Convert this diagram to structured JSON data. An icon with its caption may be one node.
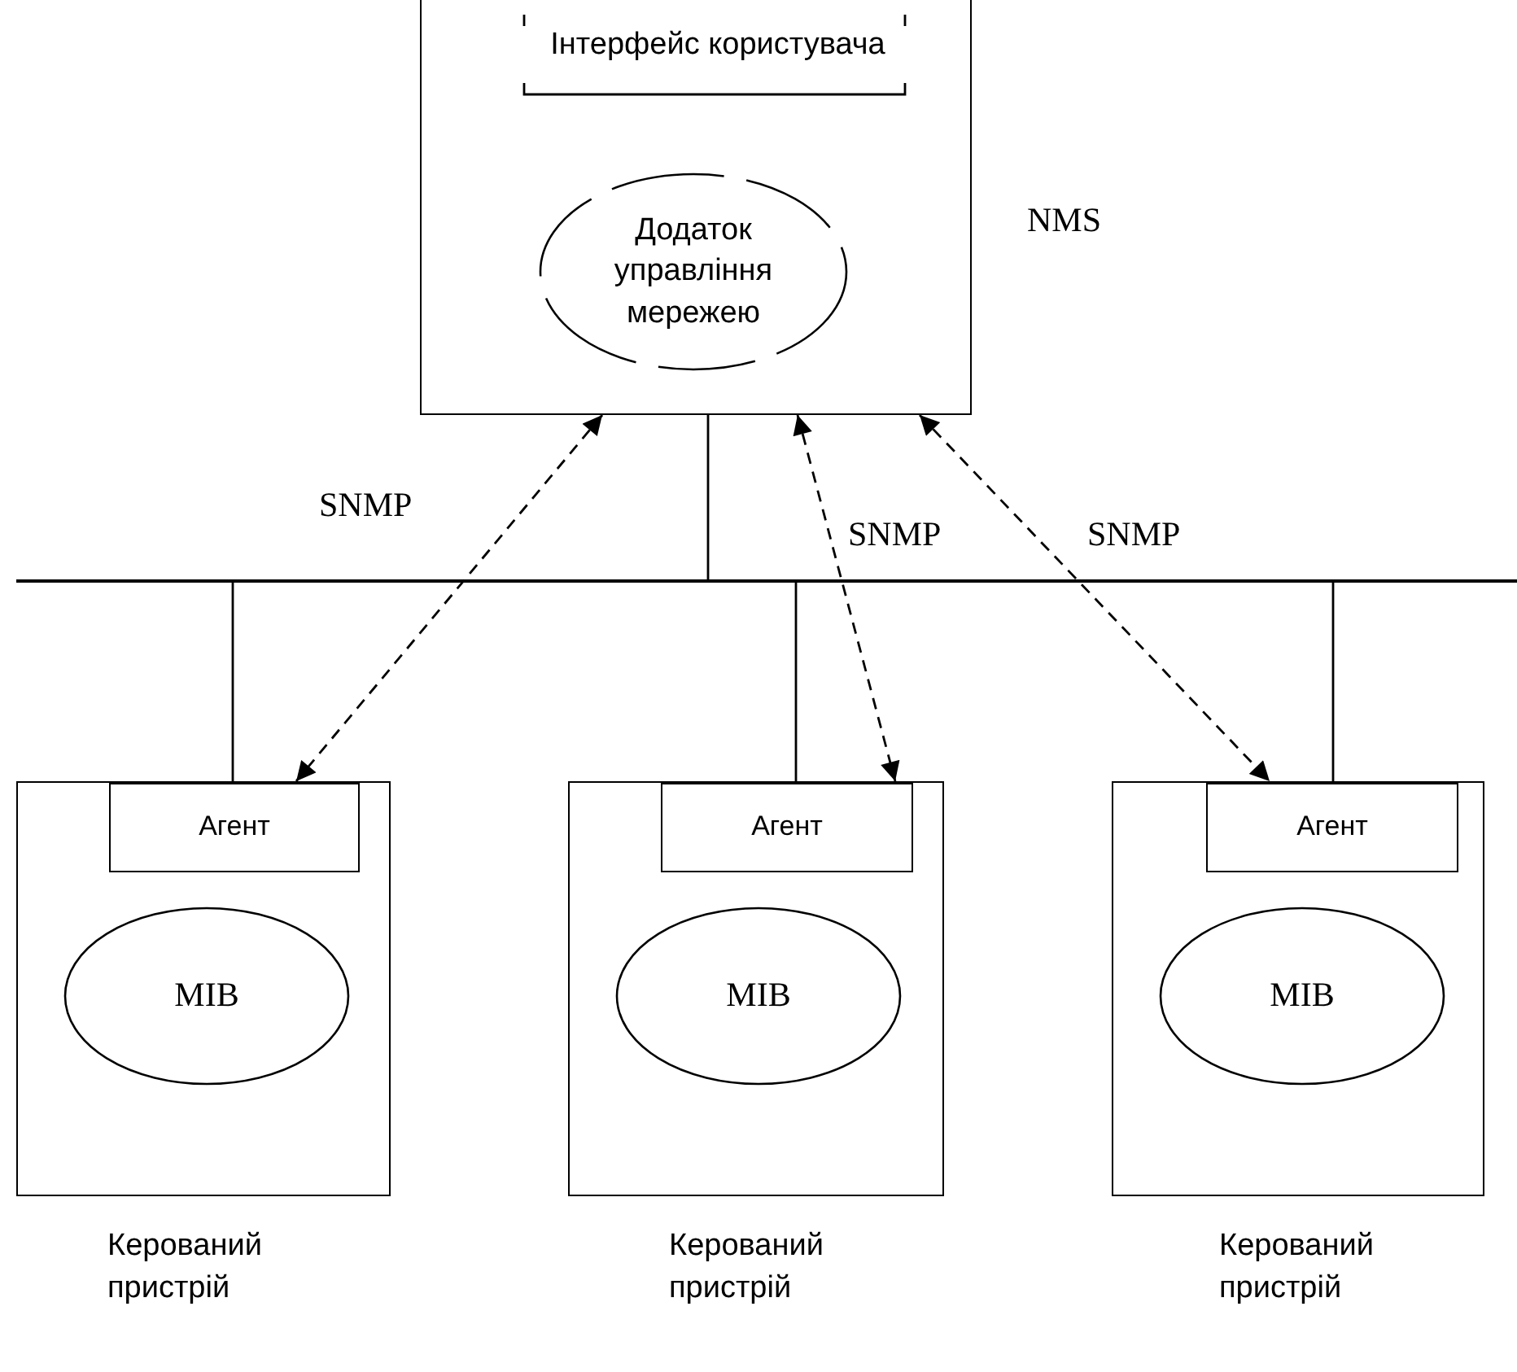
{
  "diagram": {
    "nodes": [
      {
        "text": [],
        "shape": "box",
        "beside": [
          "NMS"
        ]
      },
      {
        "text": [
          "Інтерфейс користувача"
        ],
        "in": 0
      },
      {
        "text": [
          "Додаток управління мережею"
        ],
        "in": 0
      },
      {
        "text": [],
        "shape": "bar"
      },
      {
        "text": [],
        "shape": "box",
        "beside": [
          "Керований пристрій"
        ]
      },
      {
        "text": [
          "Агент"
        ],
        "in": 4
      },
      {
        "text": [
          "MIB"
        ],
        "in": 4
      },
      {
        "text": [],
        "shape": "box",
        "beside": [
          "Керований пристрій"
        ]
      },
      {
        "text": [
          "Агент"
        ],
        "in": 7
      },
      {
        "text": [
          "MIB"
        ],
        "in": 7
      },
      {
        "text": [],
        "shape": "box",
        "beside": [
          "Керований пристрій"
        ]
      },
      {
        "text": [
          "Агент"
        ],
        "in": 10
      },
      {
        "text": [
          "MIB"
        ],
        "in": 10
      }
    ],
    "edges": [
      {
        "from": 0,
        "to": 3,
        "arrow": "none"
      },
      {
        "from": 3,
        "to": 4,
        "arrow": "none"
      },
      {
        "from": 3,
        "to": 7,
        "arrow": "none"
      },
      {
        "from": 3,
        "to": 10,
        "arrow": "none"
      },
      {
        "from": 0,
        "to": 5,
        "arrow": "both",
        "style": "dashed",
        "label": "SNMP"
      },
      {
        "from": 0,
        "to": 8,
        "arrow": "both",
        "style": "dashed",
        "label": "SNMP"
      },
      {
        "from": 0,
        "to": 11,
        "arrow": "both",
        "style": "dashed",
        "label": "SNMP"
      }
    ]
  }
}
